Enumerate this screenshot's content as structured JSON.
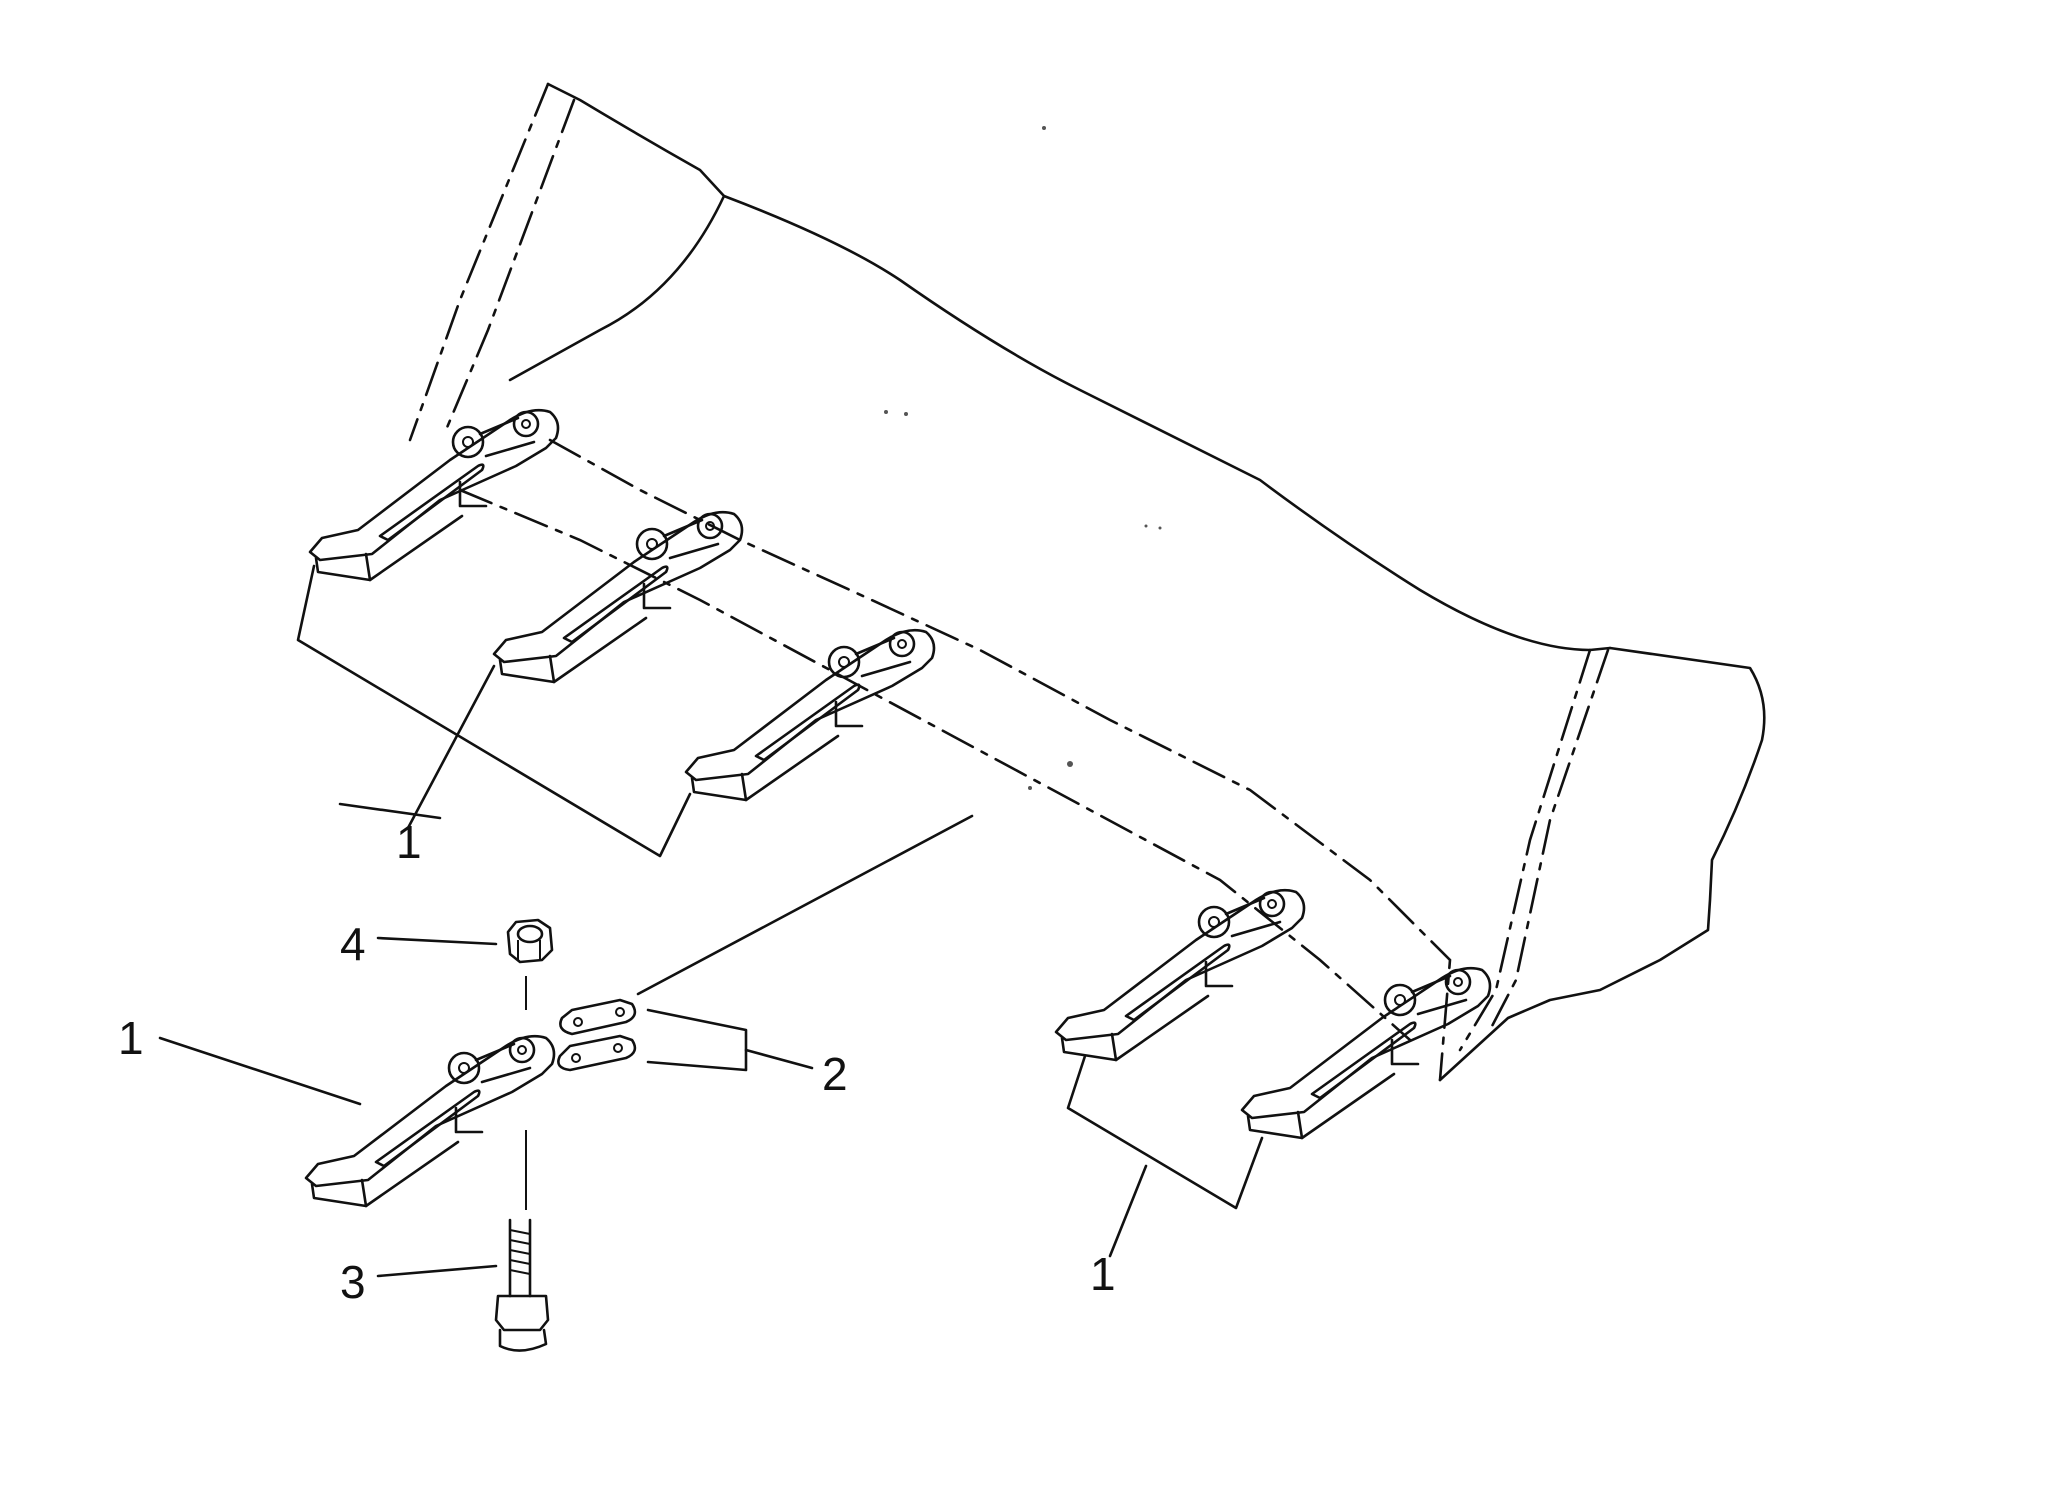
{
  "callouts": [
    {
      "id": "upper-left",
      "text": "1"
    },
    {
      "id": "lower-right",
      "text": "1"
    },
    {
      "id": "tooth-detail",
      "text": "1"
    },
    {
      "id": "shim",
      "text": "2"
    },
    {
      "id": "bolt",
      "text": "3"
    },
    {
      "id": "nut",
      "text": "4"
    }
  ],
  "colors": {
    "line": "#111111",
    "background": "#ffffff"
  },
  "parts": [
    "bucket-tooth",
    "shim-plate",
    "bolt",
    "nut"
  ]
}
